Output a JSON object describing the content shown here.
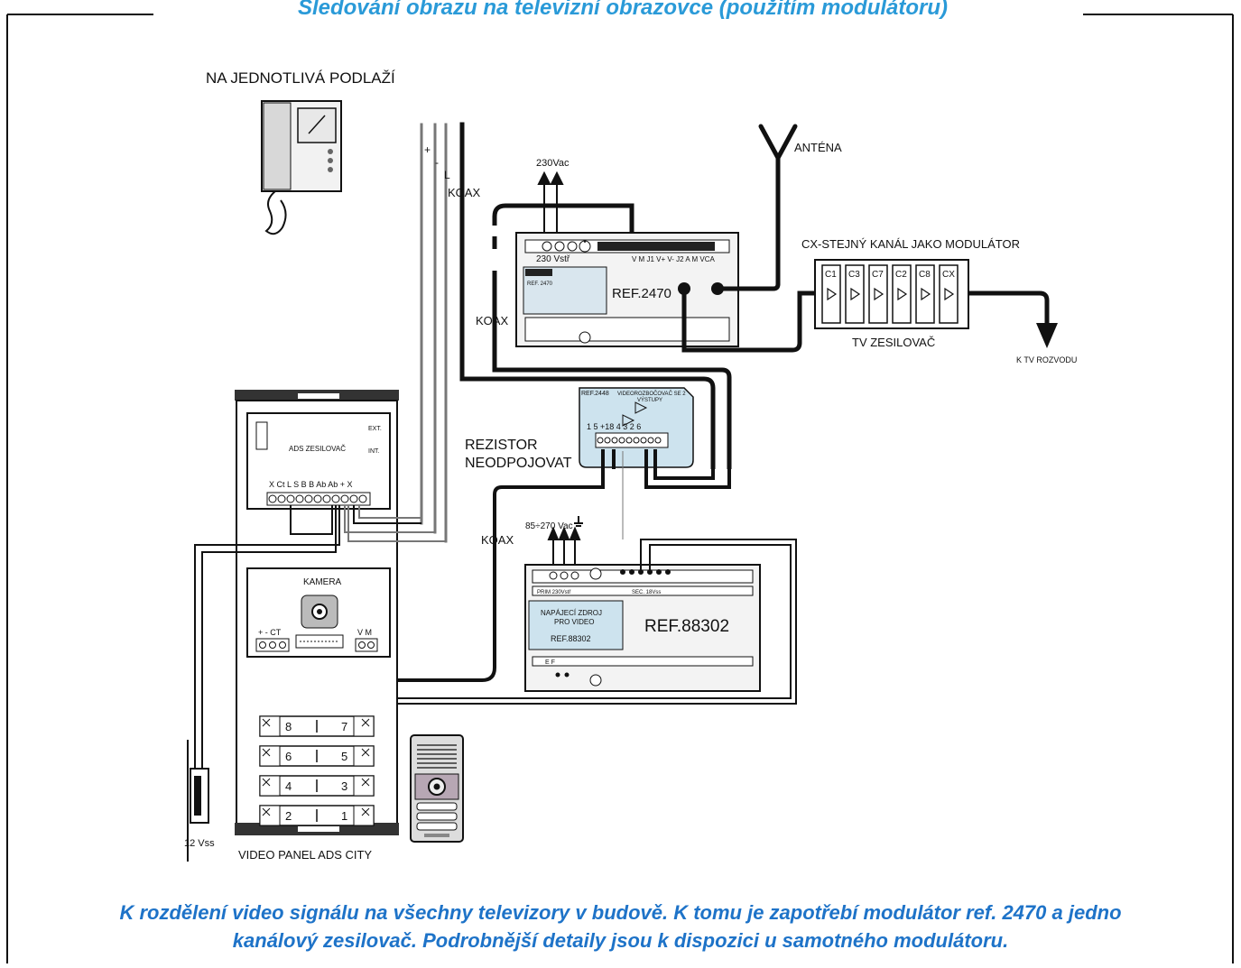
{
  "title": "Sledování obrazu na televizní obrazovce (použitím modulátoru)",
  "caption": {
    "line1": "K rozdělení video signálu na všechny televizory v budově. K tomu je zapotřebí modulátor ref. 2470 a jedno",
    "line2": "kanálový zesilovač. Podrobnější detaily jsou k dispozici u samotného modulátoru."
  },
  "labels": {
    "floors": "NA JEDNOTLIVÁ PODLAŽÍ",
    "antenna": "ANTÉNA",
    "koax": "KOAX",
    "plus": "+",
    "minus": "-",
    "l": "L",
    "vac230": "230Vac",
    "resistor_line1": "REZISTOR",
    "resistor_line2": "NEODPOJOVAT",
    "vac85": "85÷270 Vac",
    "to_tv": "K TV ROZVODU",
    "vdc12": "12 Vss",
    "panel": "VIDEO PANEL ADS CITY",
    "cx_channel": "CX-STEJNÝ KANÁL JAKO MODULÁTOR",
    "tv_amp": "TV ZESILOVAČ"
  },
  "modulator": {
    "ref": "REF.2470",
    "label_230": "230 Vstř",
    "small_ref": "REF. 2470",
    "terminals_label": "V M  J1 V+ V-  J2  A M  VCA"
  },
  "distributor": {
    "ref": "REF.2448",
    "name": "VIDEOROZBOČOVAČ SE 2",
    "outputs": "VÝSTUPY",
    "terminals": "1  5   +18  4  3  2  6"
  },
  "power_supply": {
    "ref_big": "REF.88302",
    "label_line1": "NAPÁJECÍ ZDROJ",
    "label_line2": "PRO VIDEO",
    "ref_small": "REF.88302",
    "prim": "PRIM  230Vstř",
    "sec": "SEC. 18Vss",
    "ef": "E   F"
  },
  "amp_panel": {
    "title": "ADS ZESILOVAČ",
    "ext": "EXT.",
    "int": "INT.",
    "terminals": "X  Ct  L  S  B  B  Ab  Ab    +  X"
  },
  "camera": {
    "title": "KAMERA",
    "left_terms": "+  -  CT",
    "right_terms": "V  M"
  },
  "tv_amplifier_channels": [
    "C1",
    "C3",
    "C7",
    "C2",
    "C8",
    "CX"
  ],
  "button_rows": [
    {
      "left": "8",
      "right": "7"
    },
    {
      "left": "6",
      "right": "5"
    },
    {
      "left": "4",
      "right": "3"
    },
    {
      "left": "2",
      "right": "1"
    }
  ],
  "colors": {
    "title": "#2a9ad8",
    "caption": "#1e73c8",
    "device_fill": "#cde3ee",
    "panel_dark": "#333333"
  }
}
